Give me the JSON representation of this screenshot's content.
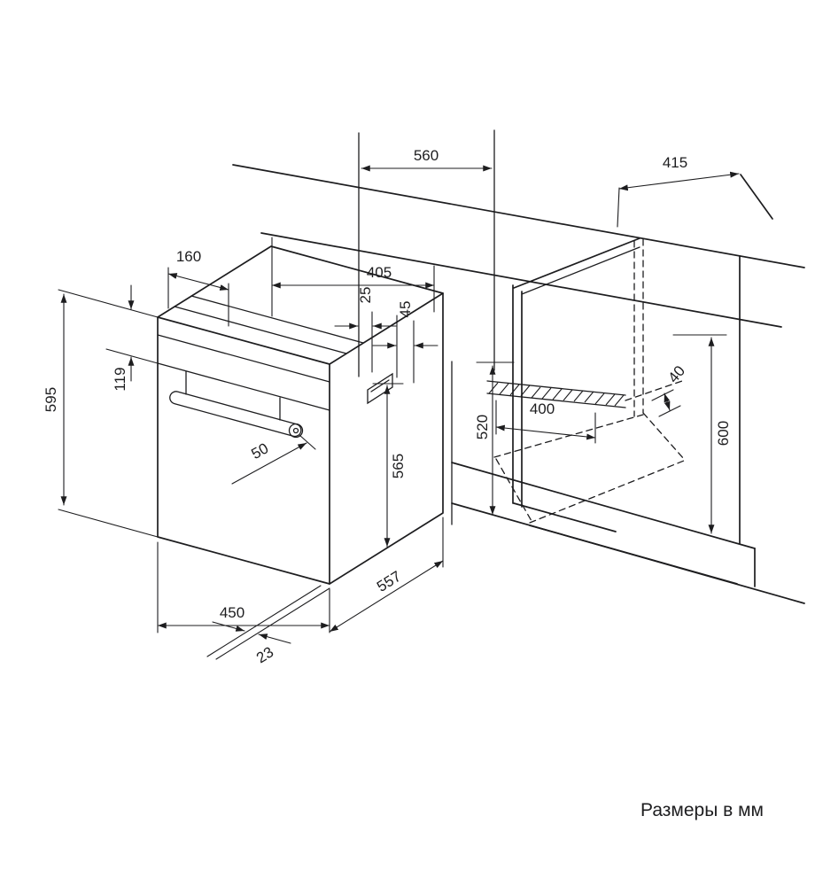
{
  "diagram": {
    "caption": "Размеры в мм",
    "colors": {
      "line": "#1d1d1f",
      "background": "#ffffff"
    },
    "dims": {
      "d560": "560",
      "d415": "415",
      "d160": "160",
      "d405": "405",
      "d25": "25",
      "d45": "45",
      "d119": "119",
      "d595": "595",
      "d50": "50",
      "d565": "565",
      "d450": "450",
      "d557": "557",
      "d23": "23",
      "d520": "520",
      "d400": "400",
      "d40": "40",
      "d600": "600"
    }
  }
}
